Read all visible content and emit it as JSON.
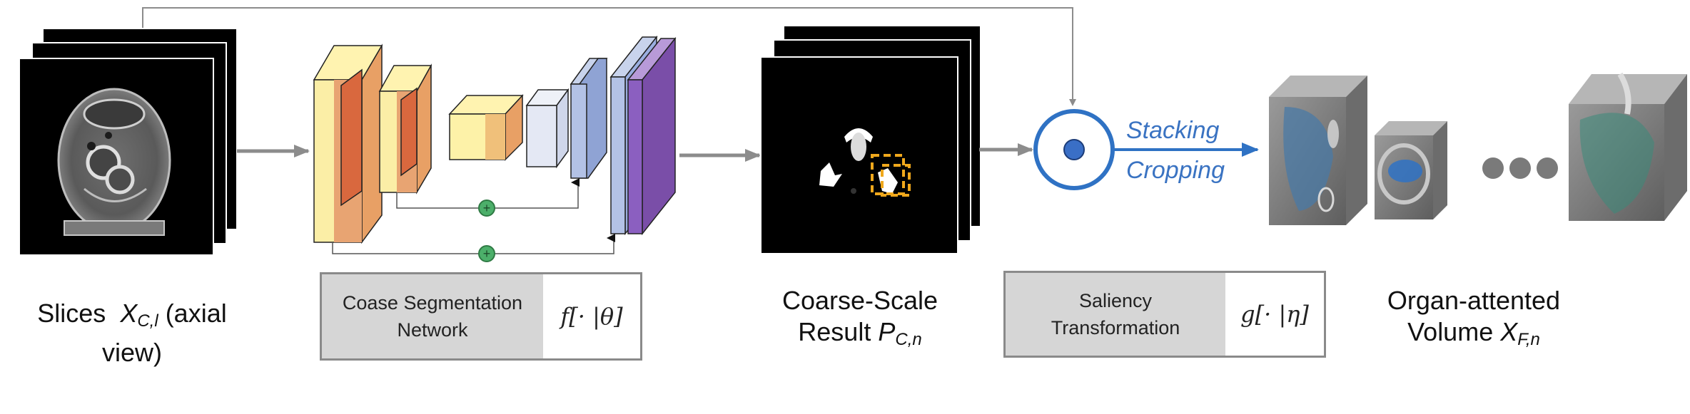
{
  "labels": {
    "slices_prefix": "Slices",
    "slices_var": "X",
    "slices_sub": "C,l",
    "slices_suffix": "(axial",
    "slices_line2": "view)",
    "coarse_line1": "Coarse-Scale",
    "coarse_line2_prefix": "Result",
    "coarse_var": "P",
    "coarse_sub": "C,n",
    "organ_line1": "Organ-attented",
    "organ_line2_prefix": "Volume",
    "organ_var": "X",
    "organ_sub": "F,n"
  },
  "boxes": {
    "segmentation_line1": "Coase Segmentation",
    "segmentation_line2": "Network",
    "segmentation_fn": "f[· |θ]",
    "saliency_line1": "Saliency",
    "saliency_line2": "Transformation",
    "saliency_fn": "g[· |η]"
  },
  "arrow_text": {
    "stacking": "Stacking",
    "cropping": "Cropping"
  },
  "colors": {
    "arrow_gray": "#8c8c8c",
    "accent_blue": "#2f72c4",
    "plus_green": "#4caf6a",
    "orange_dashed": "#f0a81c"
  }
}
